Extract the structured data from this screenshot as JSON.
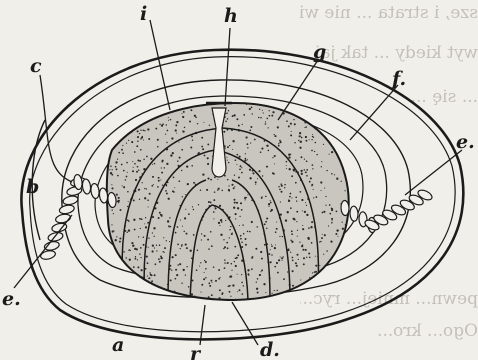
{
  "figure": {
    "labels": {
      "a": "a",
      "b": "b",
      "c": "c",
      "d": "d.",
      "e_left": "e.",
      "e_right": "e.",
      "f": "f.",
      "g": "g",
      "h": "h",
      "i": "i",
      "r": "r"
    }
  },
  "bleed_text": {
    "line1": "sze, i strata ... nie wielka, choc",
    "line2": "wyt kiedy ... tak jaj",
    "line3": "... się ...",
    "line4": "pewn... mniej... ryc...",
    "line5": "Ogo... kro..."
  },
  "colors": {
    "ink": "#1b1b1b",
    "paper": "#f1efe9",
    "bleed": "#9e9b95"
  }
}
